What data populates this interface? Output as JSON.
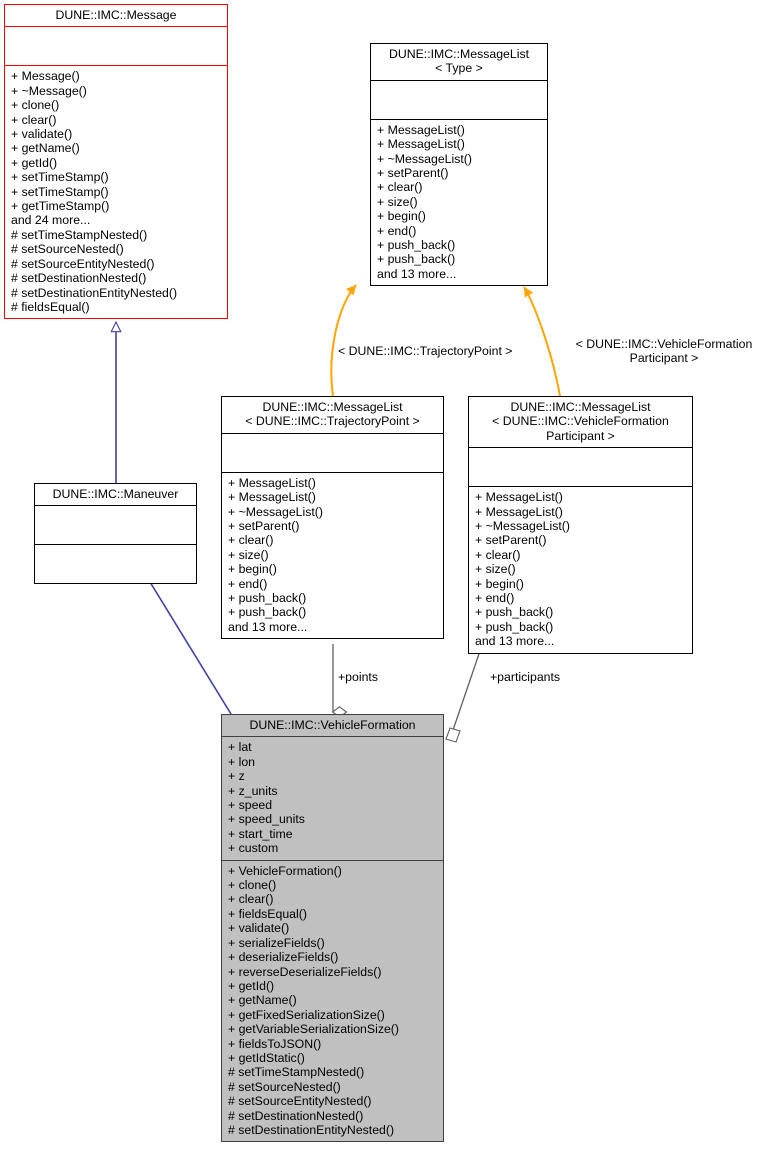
{
  "diagram": {
    "type": "uml-class-diagram",
    "title": "DUNE::IMC::VehicleFormation collaboration diagram",
    "colors": {
      "inheritance_edge": "#4040a0",
      "template_edge": "#ffa500",
      "usage_edge": "#606060",
      "highlight_border": "#ff0000",
      "current_node_fill": "#c0c0c0",
      "node_border": "#000000"
    }
  },
  "nodes": {
    "message": {
      "title": "DUNE::IMC::Message",
      "attributes": [],
      "operations": [
        "+ Message()",
        "+ ~Message()",
        "+ clone()",
        "+ clear()",
        "+ validate()",
        "+ getName()",
        "+ getId()",
        "+ setTimeStamp()",
        "+ setTimeStamp()",
        "+ getTimeStamp()",
        "and 24 more...",
        "# setTimeStampNested()",
        "# setSourceNested()",
        "# setSourceEntityNested()",
        "# setDestinationNested()",
        "# setDestinationEntityNested()",
        "# fieldsEqual()"
      ]
    },
    "message_list_type": {
      "title": "DUNE::IMC::MessageList\n< Type >",
      "attributes": [],
      "operations": [
        "+ MessageList()",
        "+ MessageList()",
        "+ ~MessageList()",
        "+ setParent()",
        "+ clear()",
        "+ size()",
        "+ begin()",
        "+ end()",
        "+ push_back()",
        "+ push_back()",
        "and 13 more..."
      ]
    },
    "maneuver": {
      "title": "DUNE::IMC::Maneuver",
      "attributes": [],
      "operations": []
    },
    "message_list_trajectory_point": {
      "title": "DUNE::IMC::MessageList\n< DUNE::IMC::TrajectoryPoint >",
      "attributes": [],
      "operations": [
        "+ MessageList()",
        "+ MessageList()",
        "+ ~MessageList()",
        "+ setParent()",
        "+ clear()",
        "+ size()",
        "+ begin()",
        "+ end()",
        "+ push_back()",
        "+ push_back()",
        "and 13 more..."
      ]
    },
    "message_list_vehicle_formation_participant": {
      "title": "DUNE::IMC::MessageList\n< DUNE::IMC::VehicleFormation\nParticipant >",
      "attributes": [],
      "operations": [
        "+ MessageList()",
        "+ MessageList()",
        "+ ~MessageList()",
        "+ setParent()",
        "+ clear()",
        "+ size()",
        "+ begin()",
        "+ end()",
        "+ push_back()",
        "+ push_back()",
        "and 13 more..."
      ]
    },
    "vehicle_formation": {
      "title": "DUNE::IMC::VehicleFormation",
      "attributes": [
        "+ lat",
        "+ lon",
        "+ z",
        "+ z_units",
        "+ speed",
        "+ speed_units",
        "+ start_time",
        "+ custom"
      ],
      "operations": [
        "+ VehicleFormation()",
        "+ clone()",
        "+ clear()",
        "+ fieldsEqual()",
        "+ validate()",
        "+ serializeFields()",
        "+ deserializeFields()",
        "+ reverseDeserializeFields()",
        "+ getId()",
        "+ getName()",
        "+ getFixedSerializationSize()",
        "+ getVariableSerializationSize()",
        "+ fieldsToJSON()",
        "+ getIdStatic()",
        "# setTimeStampNested()",
        "# setSourceNested()",
        "# setSourceEntityNested()",
        "# setDestinationNested()",
        "# setDestinationEntityNested()"
      ]
    }
  },
  "edge_labels": {
    "trajectory_point_template": "< DUNE::IMC::TrajectoryPoint >",
    "vehicle_formation_participant_template": "< DUNE::IMC::VehicleFormation\nParticipant >",
    "points": "+points",
    "participants": "+participants"
  },
  "edges": [
    {
      "from": "maneuver",
      "to": "message",
      "kind": "inheritance"
    },
    {
      "from": "vehicle_formation",
      "to": "maneuver",
      "kind": "inheritance"
    },
    {
      "from": "message_list_trajectory_point",
      "to": "message_list_type",
      "kind": "template-instantiation"
    },
    {
      "from": "message_list_vehicle_formation_participant",
      "to": "message_list_type",
      "kind": "template-instantiation"
    },
    {
      "from": "vehicle_formation",
      "to": "message_list_trajectory_point",
      "kind": "aggregation",
      "label": "+points"
    },
    {
      "from": "vehicle_formation",
      "to": "message_list_vehicle_formation_participant",
      "kind": "aggregation",
      "label": "+participants"
    }
  ]
}
